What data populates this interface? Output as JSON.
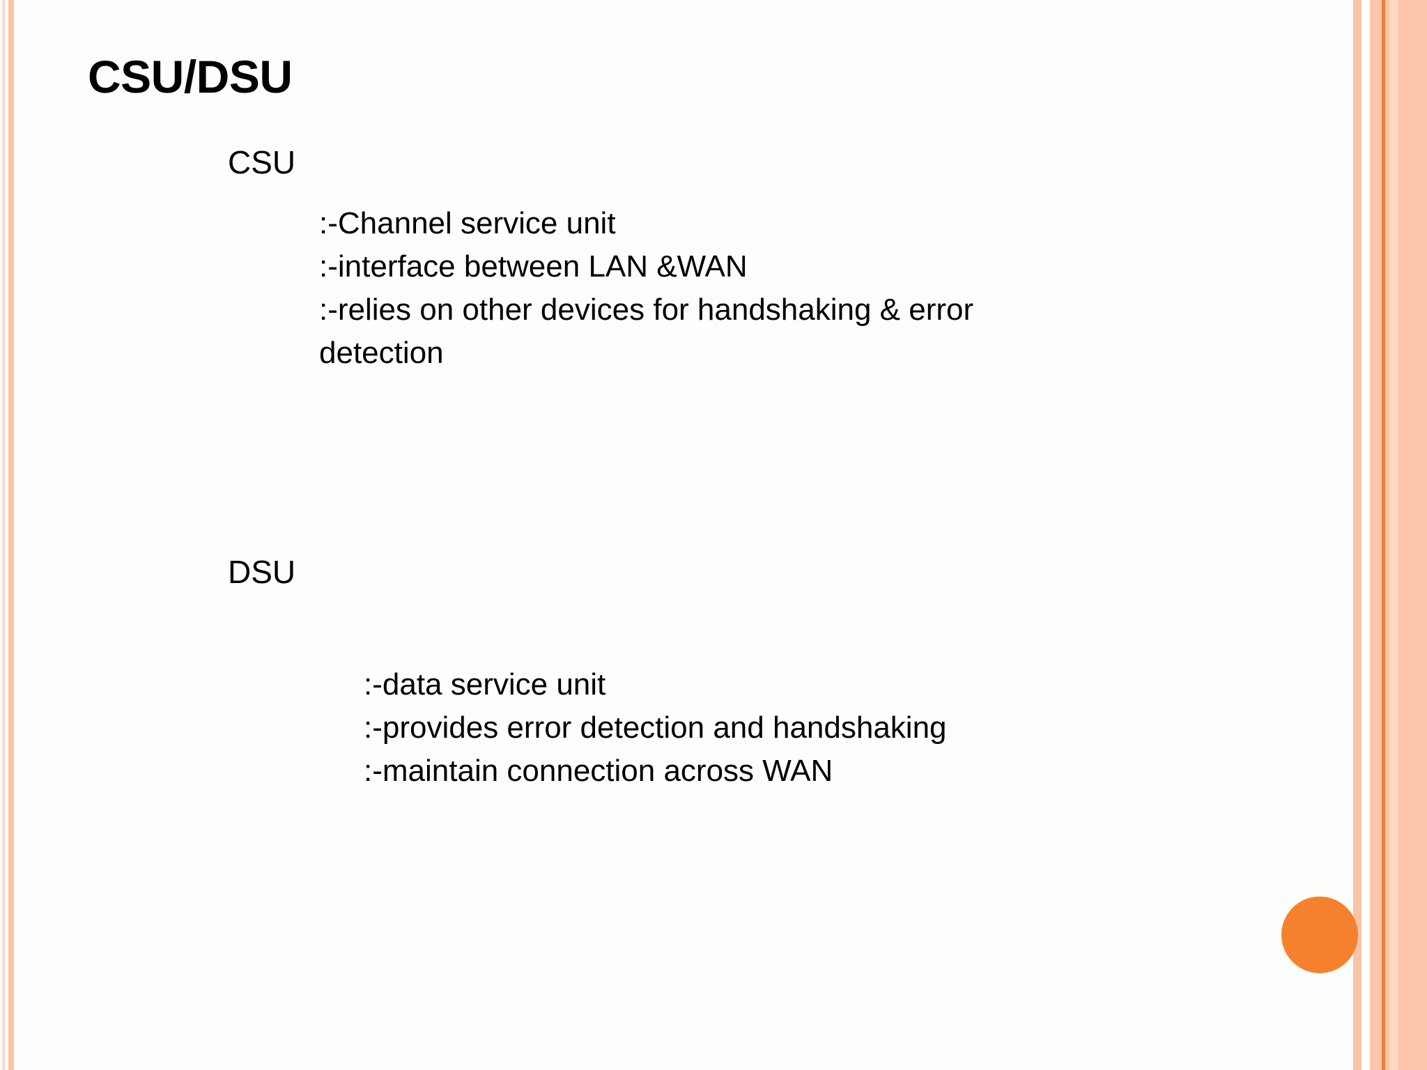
{
  "slide": {
    "title": "CSU/DSU",
    "background_color": "#FDFEFB",
    "accent_color": "#F5812F",
    "border_colors": {
      "pale_stripe": "#F8DED2",
      "peach_stripe": "#FAC4A8",
      "peach_block": "#FBC6AB",
      "orange_line": "#EF8136",
      "light_inner": "#FDD7C2"
    },
    "sections": [
      {
        "heading": "CSU",
        "lines": [
          ":-Channel service unit",
          ":-interface between LAN &WAN",
          ":-relies on other devices for handshaking & error detection"
        ]
      },
      {
        "heading": "DSU",
        "lines": [
          ":-data service unit",
          ":-provides error detection and handshaking",
          ":-maintain connection across WAN"
        ]
      }
    ]
  }
}
